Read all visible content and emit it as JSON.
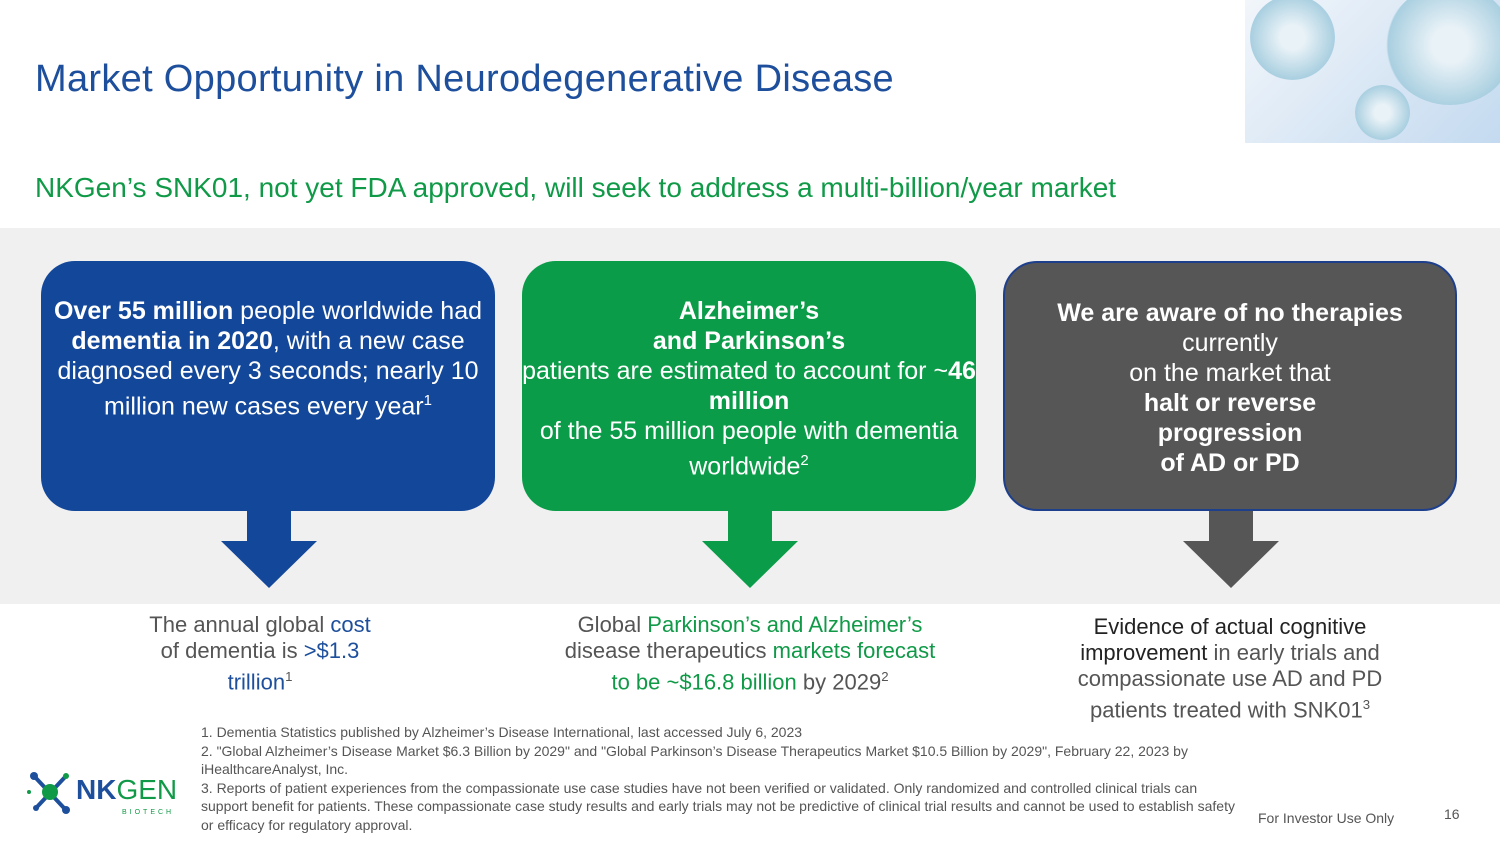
{
  "title": "Market Opportunity in Neurodegenerative Disease",
  "subtitle": "NKGen’s SNK01, not yet FDA approved, will seek to address a multi-billion/year market",
  "boxes": [
    {
      "segments": [
        [
          "Over 55 million",
          true
        ],
        [
          " people worldwide had ",
          false
        ],
        [
          "dementia in 2020",
          true
        ],
        [
          ", with a new case diagnosed every 3 seconds; nearly 10 million new cases every year",
          false
        ]
      ],
      "sup": "1"
    },
    {
      "segments": [
        [
          "Alzheimer’s",
          true
        ],
        [
          "\n",
          false
        ],
        [
          "and Parkinson’s",
          true
        ],
        [
          "\npatients are estimated to account for ~",
          false
        ],
        [
          "46 million",
          true
        ],
        [
          "\nof the 55 million people with dementia worldwide",
          false
        ]
      ],
      "sup": "2"
    },
    {
      "segments": [
        [
          "We are aware of no therapies",
          true
        ],
        [
          "\ncurrently\non the market that\n",
          false
        ],
        [
          "halt or reverse\nprogression\nof AD or PD",
          true
        ]
      ],
      "sup": ""
    }
  ],
  "outcomes": [
    {
      "segments": [
        [
          "The annual global ",
          "n"
        ],
        [
          "cost",
          "blue"
        ],
        [
          "\nof dementia is ",
          "n"
        ],
        [
          ">$1.3\ntrillion",
          "blue"
        ]
      ],
      "sup": "1"
    },
    {
      "segments": [
        [
          "Global ",
          "n"
        ],
        [
          "Parkinson’s and Alzheimer’s",
          "green"
        ],
        [
          "\ndisease therapeutics ",
          "n"
        ],
        [
          "markets forecast\nto be ~$16.8 billion",
          "green"
        ],
        [
          " by 2029",
          "n"
        ]
      ],
      "sup": "2"
    },
    {
      "segments": [
        [
          "Evidence of actual cognitive\nimprovement",
          "dark"
        ],
        [
          " in early trials and\ncompassionate use AD and PD\npatients treated with SNK01",
          "n"
        ]
      ],
      "sup": "3"
    }
  ],
  "footnotes": [
    "1. Dementia Statistics published by Alzheimer’s Disease International, last accessed July 6, 2023",
    "2. \"Global Alzheimer’s Disease Market $6.3 Billion by 2029\" and \"Global Parkinson’s Disease Therapeutics Market $10.5 Billion by 2029\", February 22, 2023 by iHealthcareAnalyst, Inc.",
    "3. Reports of patient experiences from the compassionate use case studies have not been verified or validated. Only randomized and controlled clinical trials can support benefit for patients. These compassionate case study results and early trials may not be predictive of clinical trial results and cannot be used to establish safety or efficacy for regulatory approval."
  ],
  "logo": {
    "nk": "NK",
    "gen": "GEN",
    "biotech": "BIOTECH"
  },
  "footer": {
    "label": "For Investor Use Only",
    "page": "16"
  },
  "colors": {
    "blue": "#13479a",
    "green": "#0a9c48",
    "gray": "#565656"
  }
}
